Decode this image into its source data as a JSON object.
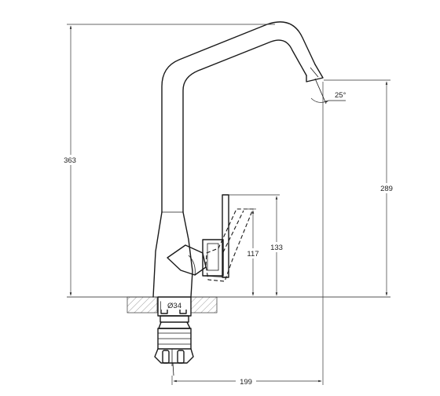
{
  "dimensions": {
    "total_height": "363",
    "spout_height": "289",
    "handle_height": "133",
    "lever_height": "117",
    "base_diameter": "Ø34",
    "spout_reach": "199",
    "spout_angle": "25°"
  }
}
